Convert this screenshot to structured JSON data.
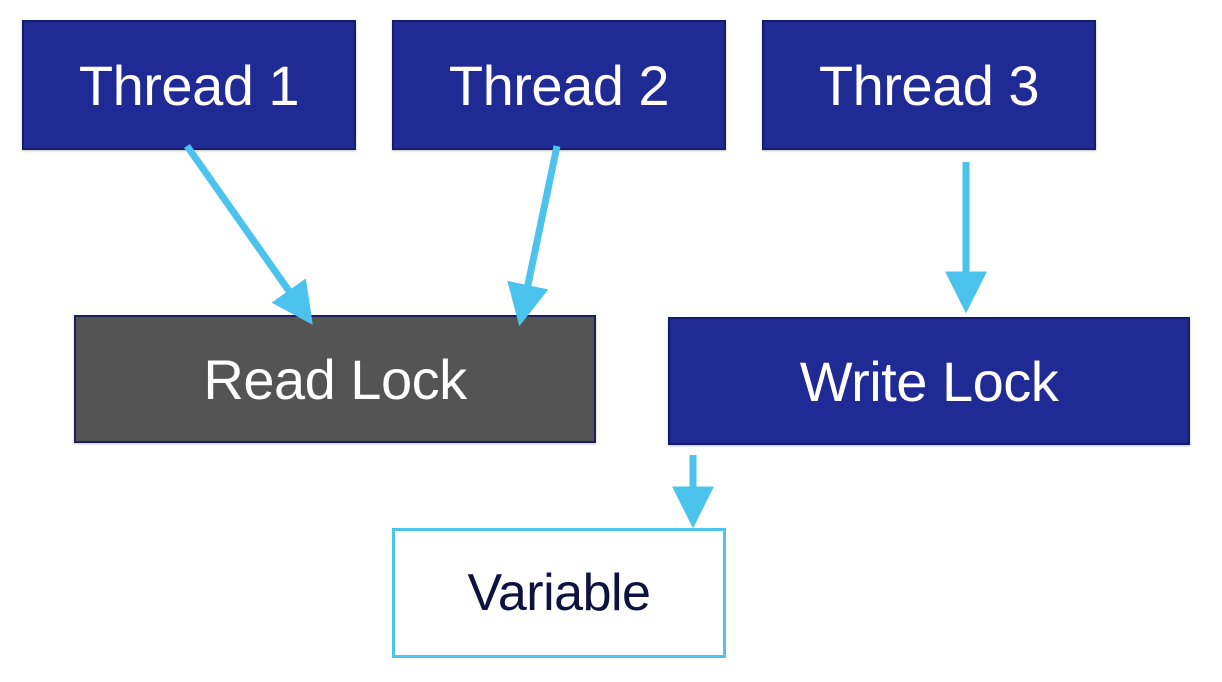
{
  "nodes": {
    "thread1": "Thread 1",
    "thread2": "Thread 2",
    "thread3": "Thread 3",
    "read_lock": "Read Lock",
    "write_lock": "Write Lock",
    "variable": "Variable"
  },
  "colors": {
    "thread_fill": "#1f2a94",
    "read_lock_fill": "#545454",
    "write_lock_fill": "#1f2a94",
    "variable_border": "#4cc3ec",
    "arrow": "#4cc3ec"
  },
  "edges": [
    {
      "from": "Thread 1",
      "to": "Read Lock"
    },
    {
      "from": "Thread 2",
      "to": "Read Lock"
    },
    {
      "from": "Thread 3",
      "to": "Write Lock"
    },
    {
      "from": "Write Lock",
      "to": "Variable"
    }
  ]
}
